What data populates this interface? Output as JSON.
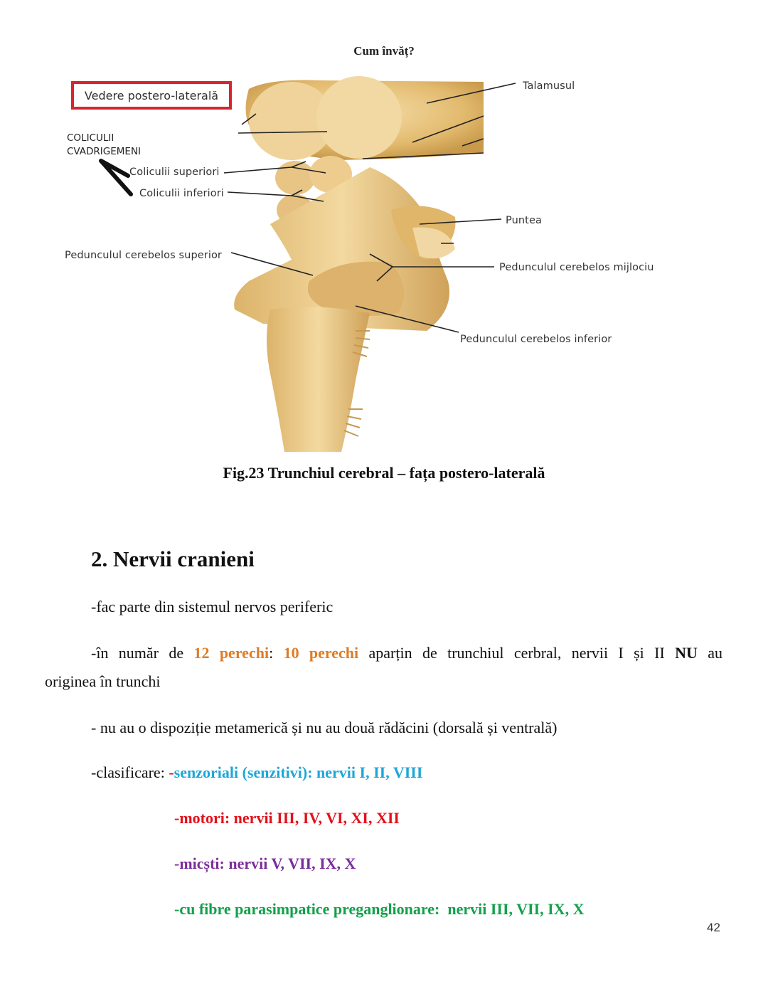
{
  "header": {
    "title": "Cum învăț?"
  },
  "figure": {
    "view_label": "Vedere postero-laterală",
    "group_label_line1": "COLICULII",
    "group_label_line2": "CVADRIGEMENI",
    "labels": {
      "coliculii_superiori": "Coliculii superiori",
      "coliculii_inferiori": "Coliculii inferiori",
      "pedunculul_superior": "Pedunculul cerebelos superior",
      "talamusul": "Talamusul",
      "puntea": "Puntea",
      "pedunculul_mijlociu": "Pedunculul cerebelos mijlociu",
      "pedunculul_inferior": "Pedunculul cerebelos inferior"
    },
    "caption": "Fig.23 Trunchiul cerebral – fața postero-laterală"
  },
  "section": {
    "title": "2.  Nervii cranieni",
    "line1": "-fac parte din sistemul nervos periferic",
    "line2": {
      "prefix": "-în număr de",
      "highlight1": "12 perechi",
      "colon": ":",
      "highlight2": "10 perechi",
      "middle": "aparțin de trunchiul cerbral, nervii I și II",
      "bold": "NU",
      "suffix": "au",
      "continuation": "originea în trunchi"
    },
    "line3": "- nu au o dispoziție metamerică și nu au două rădăcini (dorsală și ventrală)",
    "classification": {
      "label": "-clasificare: ",
      "dash": "-",
      "senzoriali": "senzoriali (senzitivi): nervii I, II, VIII",
      "motori": "-motori: nervii III, IV, VI, XI, XII",
      "micsti": "-micști: nervii V, VII, IX, X",
      "parasimpatice": "-cu fibre parasimpatice preganglionare:  nervii III, VII, IX, X"
    }
  },
  "colors": {
    "orange": "#e07b24",
    "blue": "#1ea6d9",
    "red": "#e3101a",
    "purple": "#7b2e9b",
    "green": "#13a04b",
    "frame_red": "#d7252c"
  },
  "page_number": "42"
}
